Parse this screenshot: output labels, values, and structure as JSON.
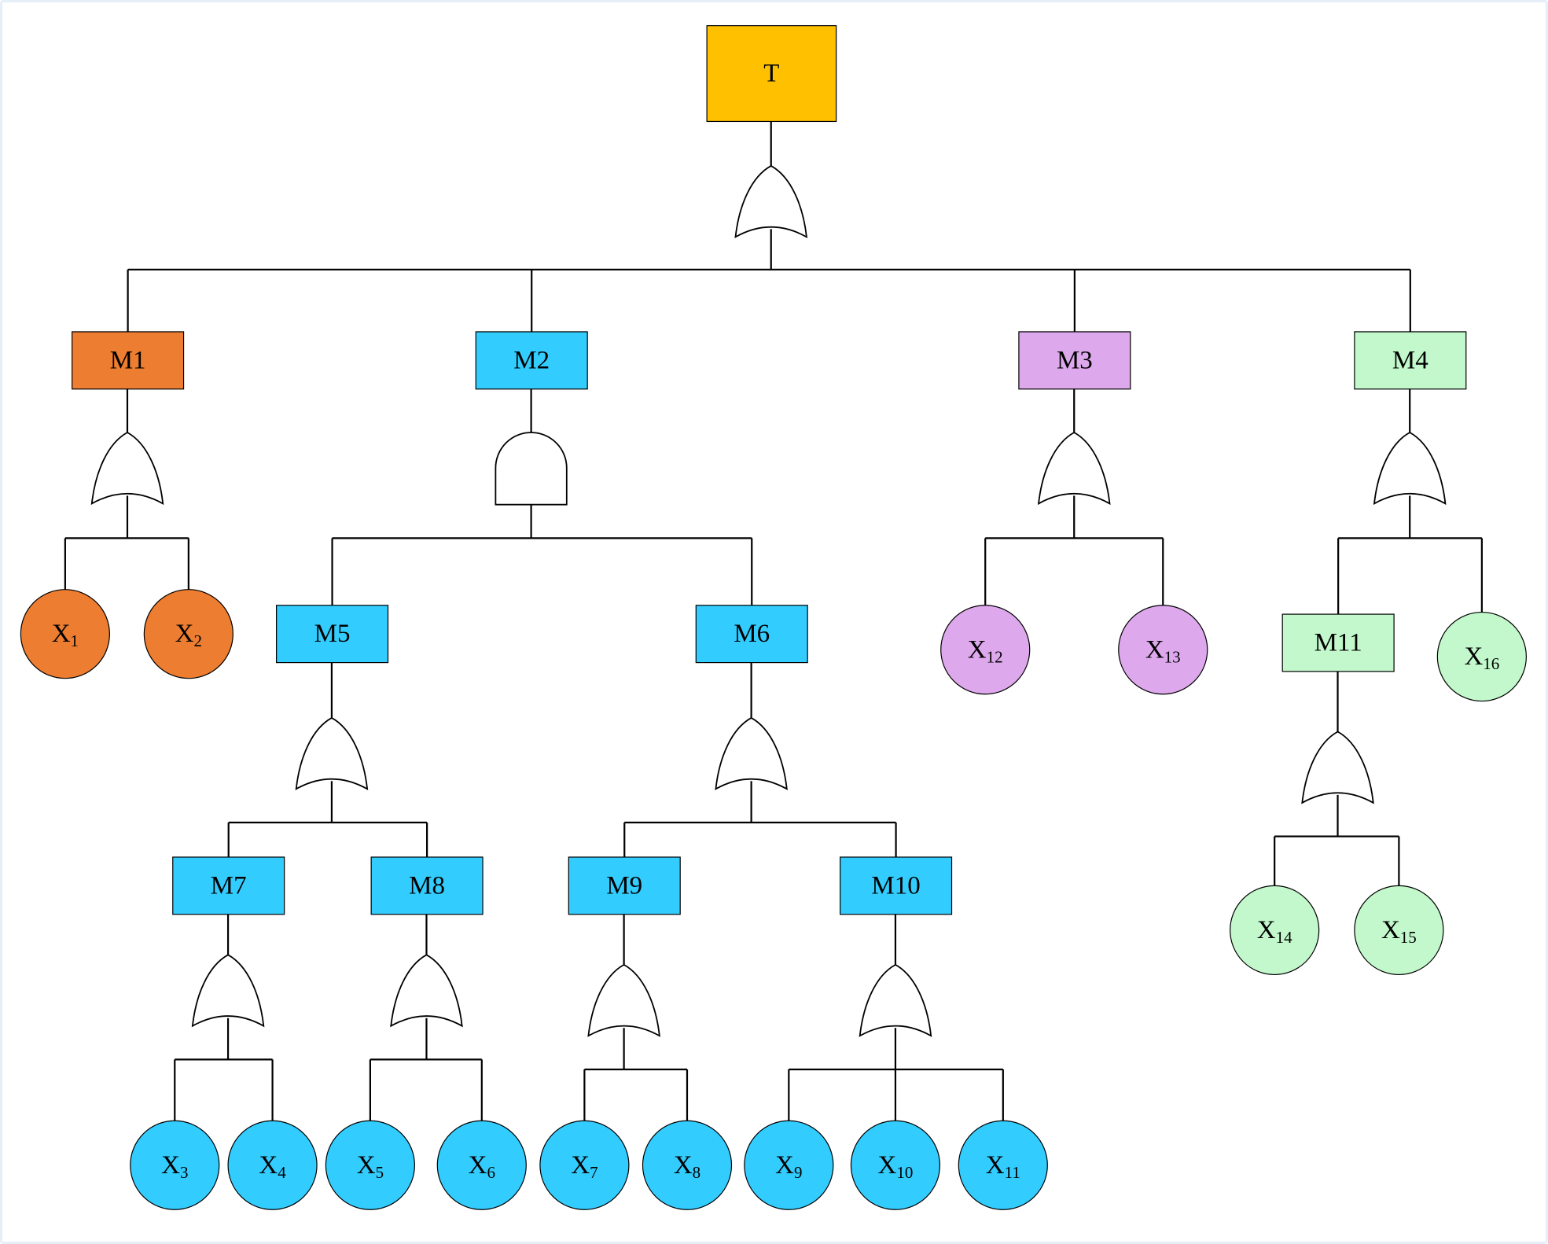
{
  "colors": {
    "top": "#FFC000",
    "orange": "#ED7D31",
    "blue": "#33CCFF",
    "purple": "#DDA8EC",
    "green": "#C2F8CB"
  },
  "events": [
    {
      "id": "T",
      "label": "T",
      "sub": "",
      "shape": "rect",
      "color": "top"
    },
    {
      "id": "M1",
      "label": "M1",
      "sub": "",
      "shape": "rect",
      "color": "orange"
    },
    {
      "id": "M2",
      "label": "M2",
      "sub": "",
      "shape": "rect",
      "color": "blue"
    },
    {
      "id": "M3",
      "label": "M3",
      "sub": "",
      "shape": "rect",
      "color": "purple"
    },
    {
      "id": "M4",
      "label": "M4",
      "sub": "",
      "shape": "rect",
      "color": "green"
    },
    {
      "id": "M5",
      "label": "M5",
      "sub": "",
      "shape": "rect",
      "color": "blue"
    },
    {
      "id": "M6",
      "label": "M6",
      "sub": "",
      "shape": "rect",
      "color": "blue"
    },
    {
      "id": "M7",
      "label": "M7",
      "sub": "",
      "shape": "rect",
      "color": "blue"
    },
    {
      "id": "M8",
      "label": "M8",
      "sub": "",
      "shape": "rect",
      "color": "blue"
    },
    {
      "id": "M9",
      "label": "M9",
      "sub": "",
      "shape": "rect",
      "color": "blue"
    },
    {
      "id": "M10",
      "label": "M10",
      "sub": "",
      "shape": "rect",
      "color": "blue"
    },
    {
      "id": "M11",
      "label": "M11",
      "sub": "",
      "shape": "rect",
      "color": "green"
    },
    {
      "id": "X1",
      "label": "X",
      "sub": "1",
      "shape": "circle",
      "color": "orange"
    },
    {
      "id": "X2",
      "label": "X",
      "sub": "2",
      "shape": "circle",
      "color": "orange"
    },
    {
      "id": "X3",
      "label": "X",
      "sub": "3",
      "shape": "circle",
      "color": "blue"
    },
    {
      "id": "X4",
      "label": "X",
      "sub": "4",
      "shape": "circle",
      "color": "blue"
    },
    {
      "id": "X5",
      "label": "X",
      "sub": "5",
      "shape": "circle",
      "color": "blue"
    },
    {
      "id": "X6",
      "label": "X",
      "sub": "6",
      "shape": "circle",
      "color": "blue"
    },
    {
      "id": "X7",
      "label": "X",
      "sub": "7",
      "shape": "circle",
      "color": "blue"
    },
    {
      "id": "X8",
      "label": "X",
      "sub": "8",
      "shape": "circle",
      "color": "blue"
    },
    {
      "id": "X9",
      "label": "X",
      "sub": "9",
      "shape": "circle",
      "color": "blue"
    },
    {
      "id": "X10",
      "label": "X",
      "sub": "10",
      "shape": "circle",
      "color": "blue"
    },
    {
      "id": "X11",
      "label": "X",
      "sub": "11",
      "shape": "circle",
      "color": "blue"
    },
    {
      "id": "X12",
      "label": "X",
      "sub": "12",
      "shape": "circle",
      "color": "purple"
    },
    {
      "id": "X13",
      "label": "X",
      "sub": "13",
      "shape": "circle",
      "color": "purple"
    },
    {
      "id": "X14",
      "label": "X",
      "sub": "14",
      "shape": "circle",
      "color": "green"
    },
    {
      "id": "X15",
      "label": "X",
      "sub": "15",
      "shape": "circle",
      "color": "green"
    },
    {
      "id": "X16",
      "label": "X",
      "sub": "16",
      "shape": "circle",
      "color": "green"
    }
  ],
  "gates": [
    {
      "id": "G-T",
      "type": "or",
      "parent": "T",
      "children": [
        "M1",
        "M2",
        "M3",
        "M4"
      ]
    },
    {
      "id": "G-M1",
      "type": "or",
      "parent": "M1",
      "children": [
        "X1",
        "X2"
      ]
    },
    {
      "id": "G-M2",
      "type": "and",
      "parent": "M2",
      "children": [
        "M5",
        "M6"
      ]
    },
    {
      "id": "G-M3",
      "type": "or",
      "parent": "M3",
      "children": [
        "X12",
        "X13"
      ]
    },
    {
      "id": "G-M4",
      "type": "or",
      "parent": "M4",
      "children": [
        "M11",
        "X16"
      ]
    },
    {
      "id": "G-M5",
      "type": "or",
      "parent": "M5",
      "children": [
        "M7",
        "M8"
      ]
    },
    {
      "id": "G-M6",
      "type": "or",
      "parent": "M6",
      "children": [
        "M9",
        "M10"
      ]
    },
    {
      "id": "G-M7",
      "type": "or",
      "parent": "M7",
      "children": [
        "X3",
        "X4"
      ]
    },
    {
      "id": "G-M8",
      "type": "or",
      "parent": "M8",
      "children": [
        "X5",
        "X6"
      ]
    },
    {
      "id": "G-M9",
      "type": "or",
      "parent": "M9",
      "children": [
        "X7",
        "X8"
      ]
    },
    {
      "id": "G-M10",
      "type": "or",
      "parent": "M10",
      "children": [
        "X9",
        "X10",
        "X11"
      ]
    },
    {
      "id": "G-M11",
      "type": "or",
      "parent": "M11",
      "children": [
        "X14",
        "X15"
      ]
    }
  ]
}
